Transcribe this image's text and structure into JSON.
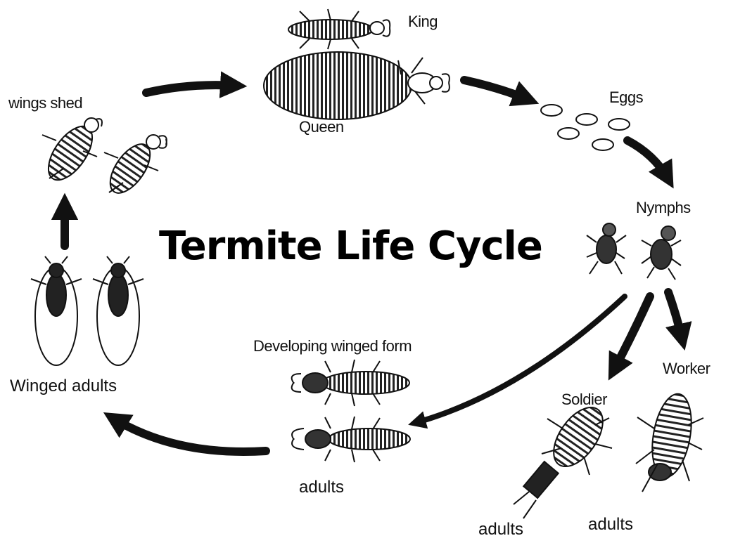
{
  "diagram": {
    "title": "Termite Life Cycle",
    "stages": {
      "king": "King",
      "queen": "Queen",
      "eggs": "Eggs",
      "nymphs": "Nymphs",
      "worker": "Worker",
      "worker_adults": "adults",
      "soldier": "Soldier",
      "soldier_adults": "adults",
      "developing_winged_form": "Developing winged form",
      "developing_adults": "adults",
      "winged_adults": "Winged adults",
      "wings_shed": "wings shed"
    },
    "icons": [
      "king-termite-icon",
      "queen-termite-icon",
      "egg-icon",
      "nymph-icon",
      "worker-termite-icon",
      "soldier-termite-icon",
      "developing-winged-termite-icon",
      "winged-adult-termite-icon",
      "dealate-termite-icon",
      "arrow-icon"
    ],
    "colors": {
      "ink": "#111111",
      "background": "#ffffff"
    }
  }
}
